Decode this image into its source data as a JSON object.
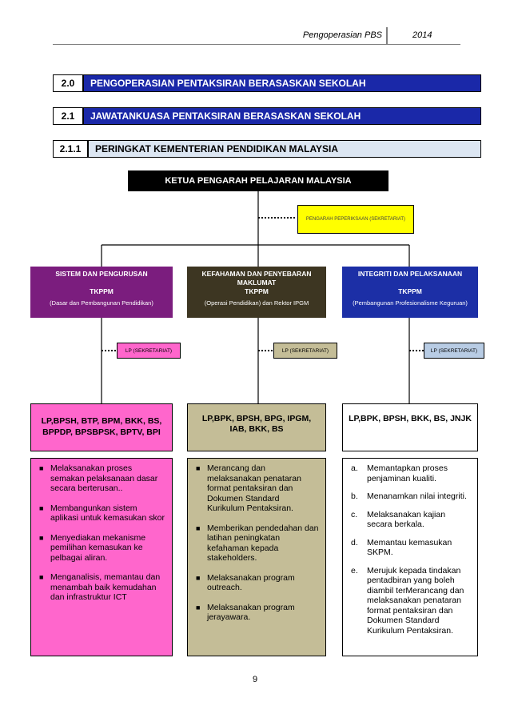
{
  "header": {
    "title": "Pengoperasian PBS",
    "year": "2014"
  },
  "sections": [
    {
      "num": "2.0",
      "title": "PENGOPERASIAN PENTAKSIRAN BERASASKAN SEKOLAH"
    },
    {
      "num": "2.1",
      "title": "JAWATANKUASA PENTAKSIRAN BERASASKAN SEKOLAH"
    },
    {
      "num": "2.1.1",
      "title": "PERINGKAT KEMENTERIAN PENDIDIKAN MALAYSIA"
    }
  ],
  "chart": {
    "top": "KETUA PENGARAH PELAJARAN MALAYSIA",
    "exam": "PENGARAH PEPERIKSAAN (SEKRETARIAT)",
    "columns": [
      {
        "head_title": "SISTEM DAN  PENGURUSAN",
        "head_sub": "TKPPM",
        "head_note": "(Dasar dan Pembangunan Pendidikan)",
        "lp": "LP (SEKRETARIAT)",
        "members": "LP,BPSH, BTP, BPM, BKK, BS, BPPDP, BPSBPSK, BPTV, BPI",
        "items": [
          "Melaksanakan proses semakan pelaksanaan dasar secara berterusan..",
          "Membangunkan sistem aplikasi untuk kemasukan skor",
          "Menyediakan mekanisme pemilihan kemasukan ke pelbagai aliran.",
          "Menganalisis, memantau dan menambah baik kemudahan dan infrastruktur ICT"
        ]
      },
      {
        "head_title": "KEFAHAMAN DAN PENYEBARAN MAKLUMAT",
        "head_sub": "TKPPM",
        "head_note": "(Operasi Pendidikan) dan Rektor  IPGM",
        "lp": "LP (SEKRETARIAT)",
        "members": "LP,BPK, BPSH, BPG, IPGM, IAB, BKK, BS",
        "items": [
          "Merancang dan melaksanakan penataran format pentaksiran dan Dokumen Standard Kurikulum Pentaksiran.",
          "Memberikan pendedahan dan latihan peningkatan kefahaman kepada stakeholders.",
          "Melaksanakan program outreach.",
          "Melaksanakan program jerayawara."
        ]
      },
      {
        "head_title": "INTEGRITI DAN PELAKSANAAN",
        "head_sub": "TKPPM",
        "head_note": "(Pembangunan Profesionalisme Keguruan)",
        "lp": "LP (SEKRETARIAT)",
        "members": "LP,BPK, BPSH, BKK, BS, JNJK",
        "items": [
          {
            "mark": "a.",
            "text": "Memantapkan proses penjaminan kualiti."
          },
          {
            "mark": "b.",
            "text": "Menanamkan nilai integriti."
          },
          {
            "mark": "c.",
            "text": "Melaksanakan kajian secara berkala."
          },
          {
            "mark": "d.",
            "text": "Memantau kemasukan SKPM."
          },
          {
            "mark": "e.",
            "text": "Merujuk kepada tindakan pentadbiran yang boleh diambil terMerancang dan melaksanakan penataran format pentaksiran dan Dokumen Standard Kurikulum Pentaksiran."
          }
        ]
      }
    ]
  },
  "page_number": "9",
  "colors": {
    "section_blue": "#1a28a8",
    "col1_head": "#7b1d7e",
    "col2_head": "#3d3622",
    "col3_head": "#1c2fa6",
    "col1_body": "#ff66cc",
    "col2_body": "#c4bd97",
    "col3_body": "#ffffff",
    "exam_yellow": "#ffff00"
  }
}
